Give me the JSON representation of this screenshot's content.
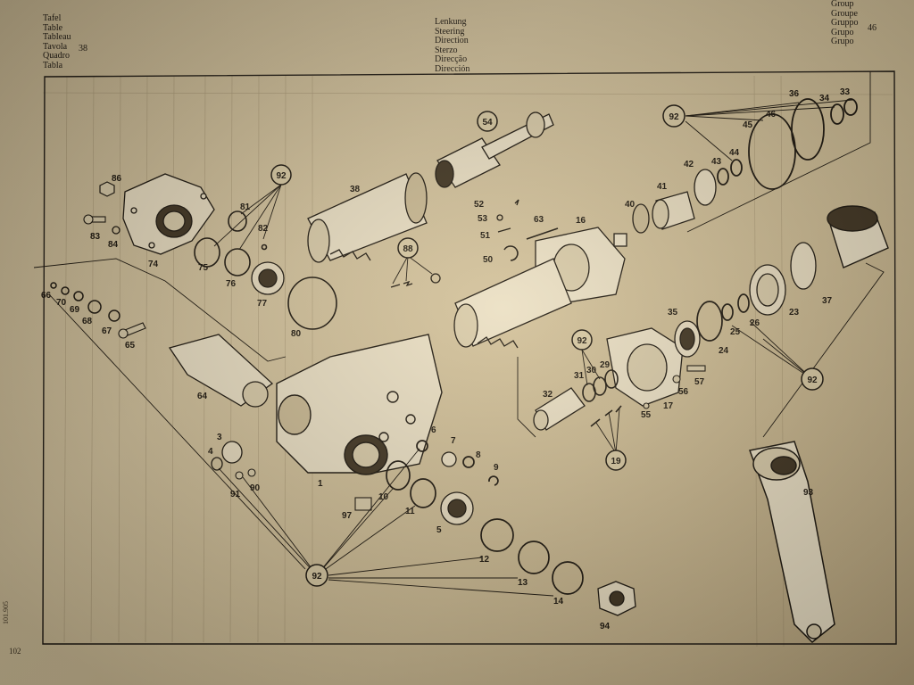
{
  "header": {
    "left_lines": [
      "Tafel",
      "Table",
      "Tableau",
      "Tavola",
      "Quadro",
      "Tabla"
    ],
    "table_number": "38",
    "middle_lines": [
      "Lenkung",
      "Steering",
      "Direction",
      "Sterzo",
      "Direcção",
      "Dirección"
    ],
    "right_lines": [
      "Group",
      "Groupe",
      "Gruppo",
      "Grupo",
      "Grupo"
    ],
    "group_number": "46"
  },
  "footer": {
    "page_number": "102",
    "side_code": "101.905"
  },
  "callouts": {
    "n1": "1",
    "n3": "3",
    "n4": "4",
    "n5": "5",
    "n6": "6",
    "n7": "7",
    "n8": "8",
    "n9": "9",
    "n10": "10",
    "n11": "11",
    "n12": "12",
    "n13": "13",
    "n14": "14",
    "n16": "16",
    "n17": "17",
    "n19": "19",
    "n23": "23",
    "n24": "24",
    "n25": "25",
    "n26": "26",
    "n29": "29",
    "n30": "30",
    "n31": "31",
    "n32": "32",
    "n33": "33",
    "n34": "34",
    "n35": "35",
    "n36": "36",
    "n37": "37",
    "n38": "38",
    "n40": "40",
    "n41": "41",
    "n42": "42",
    "n43": "43",
    "n44": "44",
    "n45": "45",
    "n46": "46",
    "n50": "50",
    "n51": "51",
    "n52": "52",
    "n53": "53",
    "n54": "54",
    "n55": "55",
    "n56": "56",
    "n57": "57",
    "n63": "63",
    "n64": "64",
    "n65": "65",
    "n66": "66",
    "n67": "67",
    "n68": "68",
    "n69": "69",
    "n70": "70",
    "n74": "74",
    "n75": "75",
    "n76": "76",
    "n77": "77",
    "n80": "80",
    "n81": "81",
    "n82": "82",
    "n83": "83",
    "n84": "84",
    "n86": "86",
    "n88": "88",
    "n90": "90",
    "n91": "91",
    "n92": "92",
    "n93": "93",
    "n94": "94",
    "n97": "97"
  },
  "colors": {
    "paper": "#cdbb93",
    "ink": "#161008",
    "ruling": "#8f7d5c"
  }
}
